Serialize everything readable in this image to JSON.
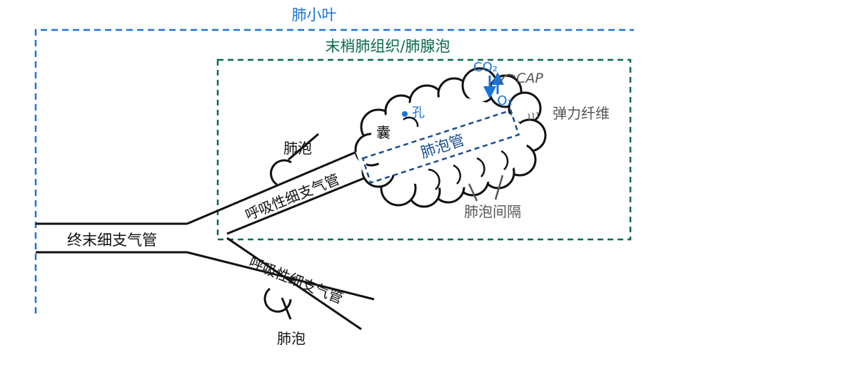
{
  "colors": {
    "lobule": "#1a73d9",
    "tissue": "#0b6b48",
    "outline": "#111111",
    "alveolar_duct": "#1a4f8f",
    "annotation_gray": "#555555",
    "gas_exchange": "#1a73d9"
  },
  "regions": {
    "lobule_label": "肺小叶",
    "distal_tissue_label": "末梢肺组织/肺腺泡"
  },
  "airways": {
    "terminal_bronchiole": "终末细支气管",
    "respiratory_bronchiole_upper": "呼吸性细支气管",
    "respiratory_bronchiole_lower": "呼吸性细支气管",
    "alveolus_upper": "肺泡",
    "alveolus_lower": "肺泡"
  },
  "acinus": {
    "sac": "囊",
    "pore": "孔",
    "alveolar_duct": "肺泡管",
    "interalveolar_septum": "肺泡间隔",
    "elastic_fiber": "弹力纤维",
    "elastic_fiber_symbol": "≀≀≀",
    "capillary": "CAP",
    "co2": "CO₂",
    "o2": "O₂"
  }
}
